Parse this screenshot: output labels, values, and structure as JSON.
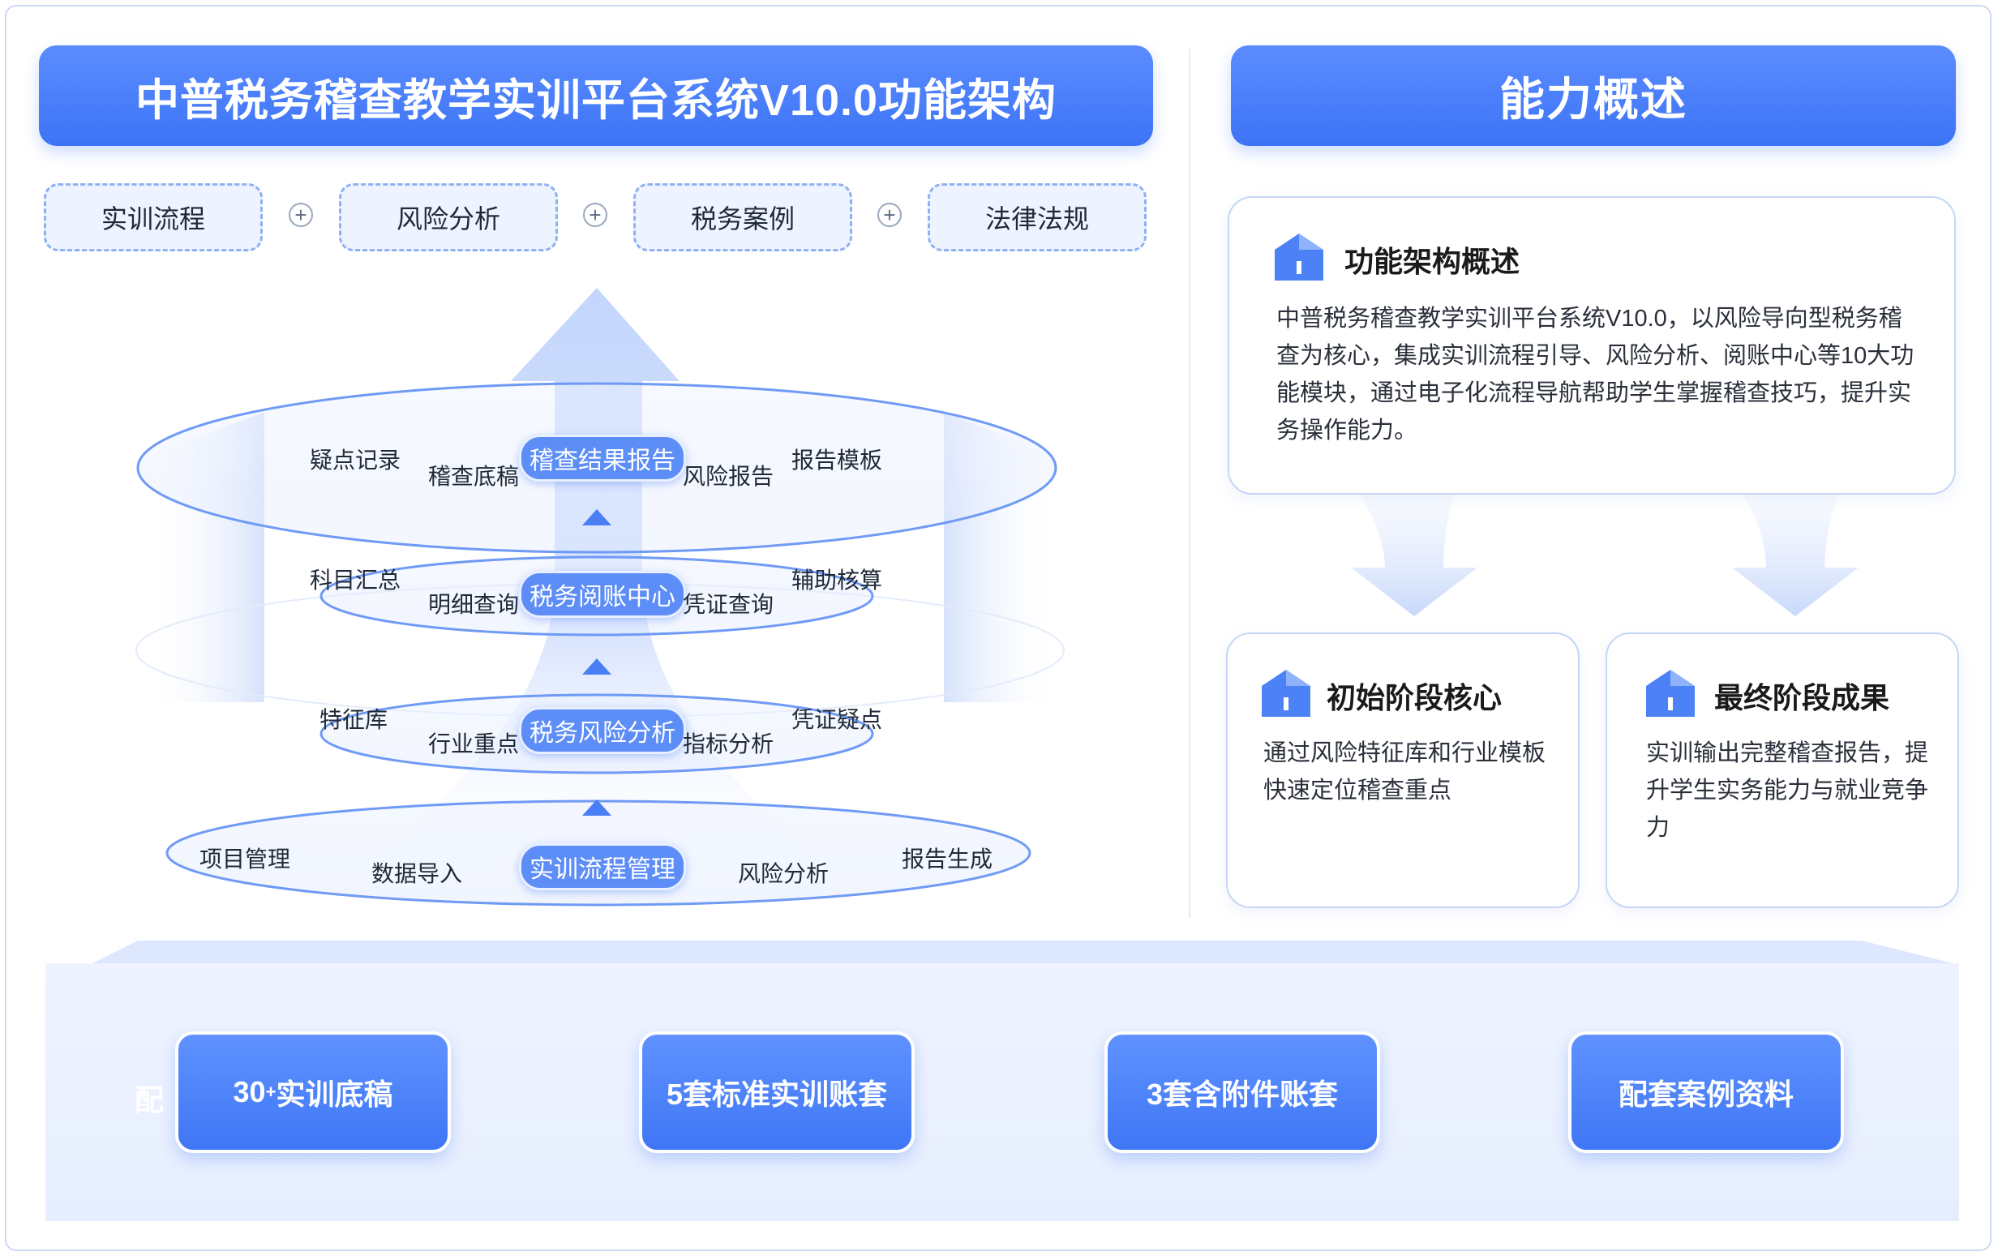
{
  "main_title": "中普税务稽查教学实训平台系统V10.0功能架构",
  "side_title": "能力概述",
  "top_modules": [
    "实训流程",
    "风险分析",
    "税务案例",
    "法律法规"
  ],
  "plus_symbol": "+",
  "layers": [
    {
      "core": "稽查结果报告",
      "items": [
        "疑点记录",
        "稽查底稿",
        "风险报告",
        "报告模板"
      ]
    },
    {
      "core": "税务阅账中心",
      "items": [
        "科目汇总",
        "明细查询",
        "凭证查询",
        "辅助核算"
      ]
    },
    {
      "core": "税务风险分析",
      "items": [
        "特征库",
        "行业重点",
        "指标分析",
        "凭证疑点"
      ]
    },
    {
      "core": "实训流程管理",
      "items": [
        "项目管理",
        "数据导入",
        "风险分析",
        "报告生成"
      ]
    }
  ],
  "overview_card": {
    "title": "功能架构概述",
    "text": "中普税务稽查教学实训平台系统V10.0，以风险导向型税务稽查为核心，集成实训流程引导、风险分析、阅账中心等10大功能模块，通过电子化流程导航帮助学生掌握稽查技巧，提升实务操作能力。"
  },
  "stage_cards": [
    {
      "title": "初始阶段核心",
      "text": "通过风险特征库和行业模板快速定位稽查重点"
    },
    {
      "title": "最终阶段成果",
      "text": "实训输出完整稽查报告，提升学生实务能力与就业竞争力"
    }
  ],
  "resources": {
    "first_num": "30",
    "first_sup": "+",
    "first_rest": "实训底稿",
    "items": [
      "5套标准实训账套",
      "3套含附件账套",
      "配套案例资料"
    ],
    "ghost": "配"
  },
  "colors": {
    "accent": "#3d74f6",
    "accent_light": "#5b8cff",
    "pale": "#eef4ff"
  },
  "icons": [
    "house-icon"
  ]
}
